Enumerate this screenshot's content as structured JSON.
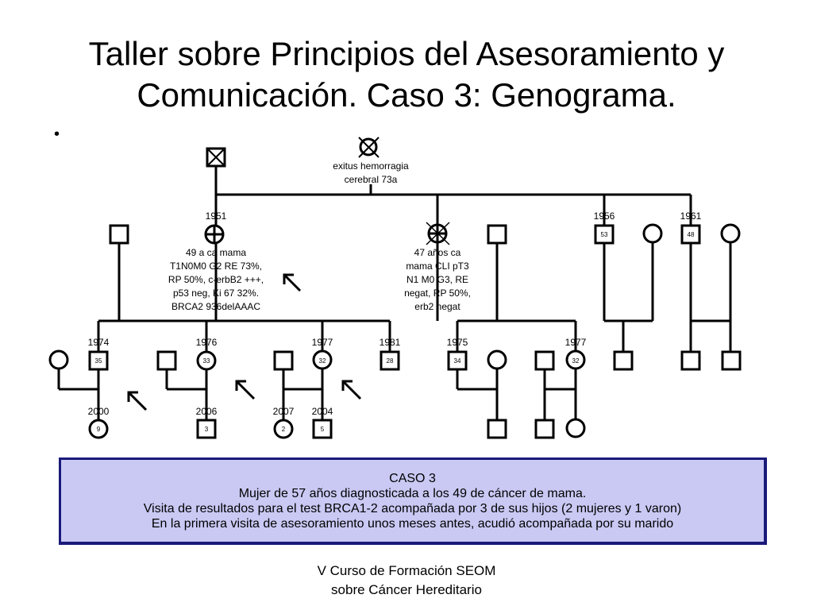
{
  "title": {
    "line1": "Taller sobre Principios del Asesoramiento y",
    "line2": "Comunicación. Caso 3: Genograma."
  },
  "bullet": "•",
  "annotations": {
    "grandmother_note_1": "exitus hemorragia",
    "grandmother_note_2": "cerebral 73a",
    "proband_note": [
      "49 a ca mama",
      "T1N0M0 G2 RE 73%,",
      "RP 50%, c-erbB2 +++,",
      "p53 neg, Ki 67 32%.",
      "BRCA2 936delAAAC"
    ],
    "sister_note": [
      "47 años ca",
      "mama CLI pT3",
      "N1 M0 G3, RE",
      "negat, RP 50%,",
      "erb2 negat"
    ]
  },
  "birth_years": {
    "proband": "1951",
    "uncle1": "1956",
    "uncle2": "1961",
    "child1": "1974",
    "child2": "1976",
    "child3": "1977",
    "child4": "1981",
    "cousin1": "1975",
    "cousin2": "1977",
    "grand1": "2000",
    "grand2": "2006",
    "grand3": "2007",
    "grand4": "2004"
  },
  "ages": {
    "uncle1": "53",
    "uncle2": "48",
    "child1": "35",
    "child2": "33",
    "child3": "32",
    "child4": "28",
    "cousin1": "34",
    "cousin2": "32",
    "grand1": "9",
    "grand2": "3",
    "grand3": "2",
    "grand4": "5"
  },
  "case_box": {
    "line1": "CASO 3",
    "line2": "Mujer de 57 años diagnosticada a los 49 de cáncer de mama.",
    "line3": "Visita de resultados para el test BRCA1-2 acompañada por 3 de sus hijos (2 mujeres y 1 varon)",
    "line4": "En la primera visita de asesoramiento unos meses antes, acudió acompañada por su marido"
  },
  "footer": {
    "line1": "V Curso de Formación SEOM",
    "line2": "sobre Cáncer Hereditario"
  },
  "colors": {
    "case_box_fill": "#c9c9f4",
    "case_box_border": "#1a1a7a"
  }
}
